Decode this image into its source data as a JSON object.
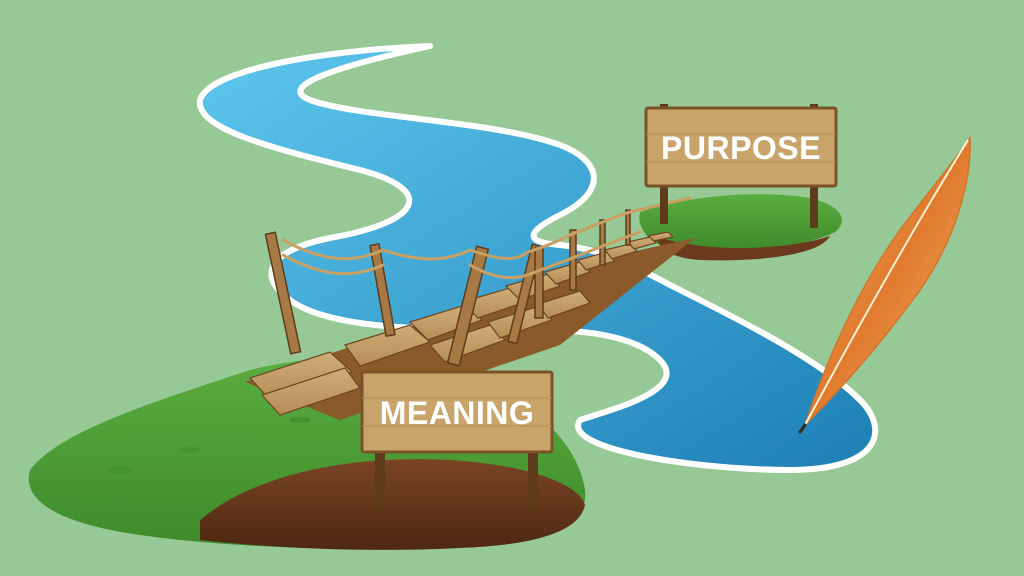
{
  "signs": {
    "purpose": "PURPOSE",
    "meaning": "MEANING"
  },
  "colors": {
    "background": "#97c996",
    "river_light": "#5ec5ea",
    "river_dark": "#1f86bb",
    "grass": "#4f9e3a",
    "grass_dark": "#3d8a2c",
    "soil": "#6b3a1e",
    "wood": "#c9a46a",
    "wood_dark": "#6d4522",
    "feather": "#e58a3a"
  },
  "icons": {
    "feather": "quill-feather-icon",
    "bridge": "rope-bridge-illustration"
  }
}
